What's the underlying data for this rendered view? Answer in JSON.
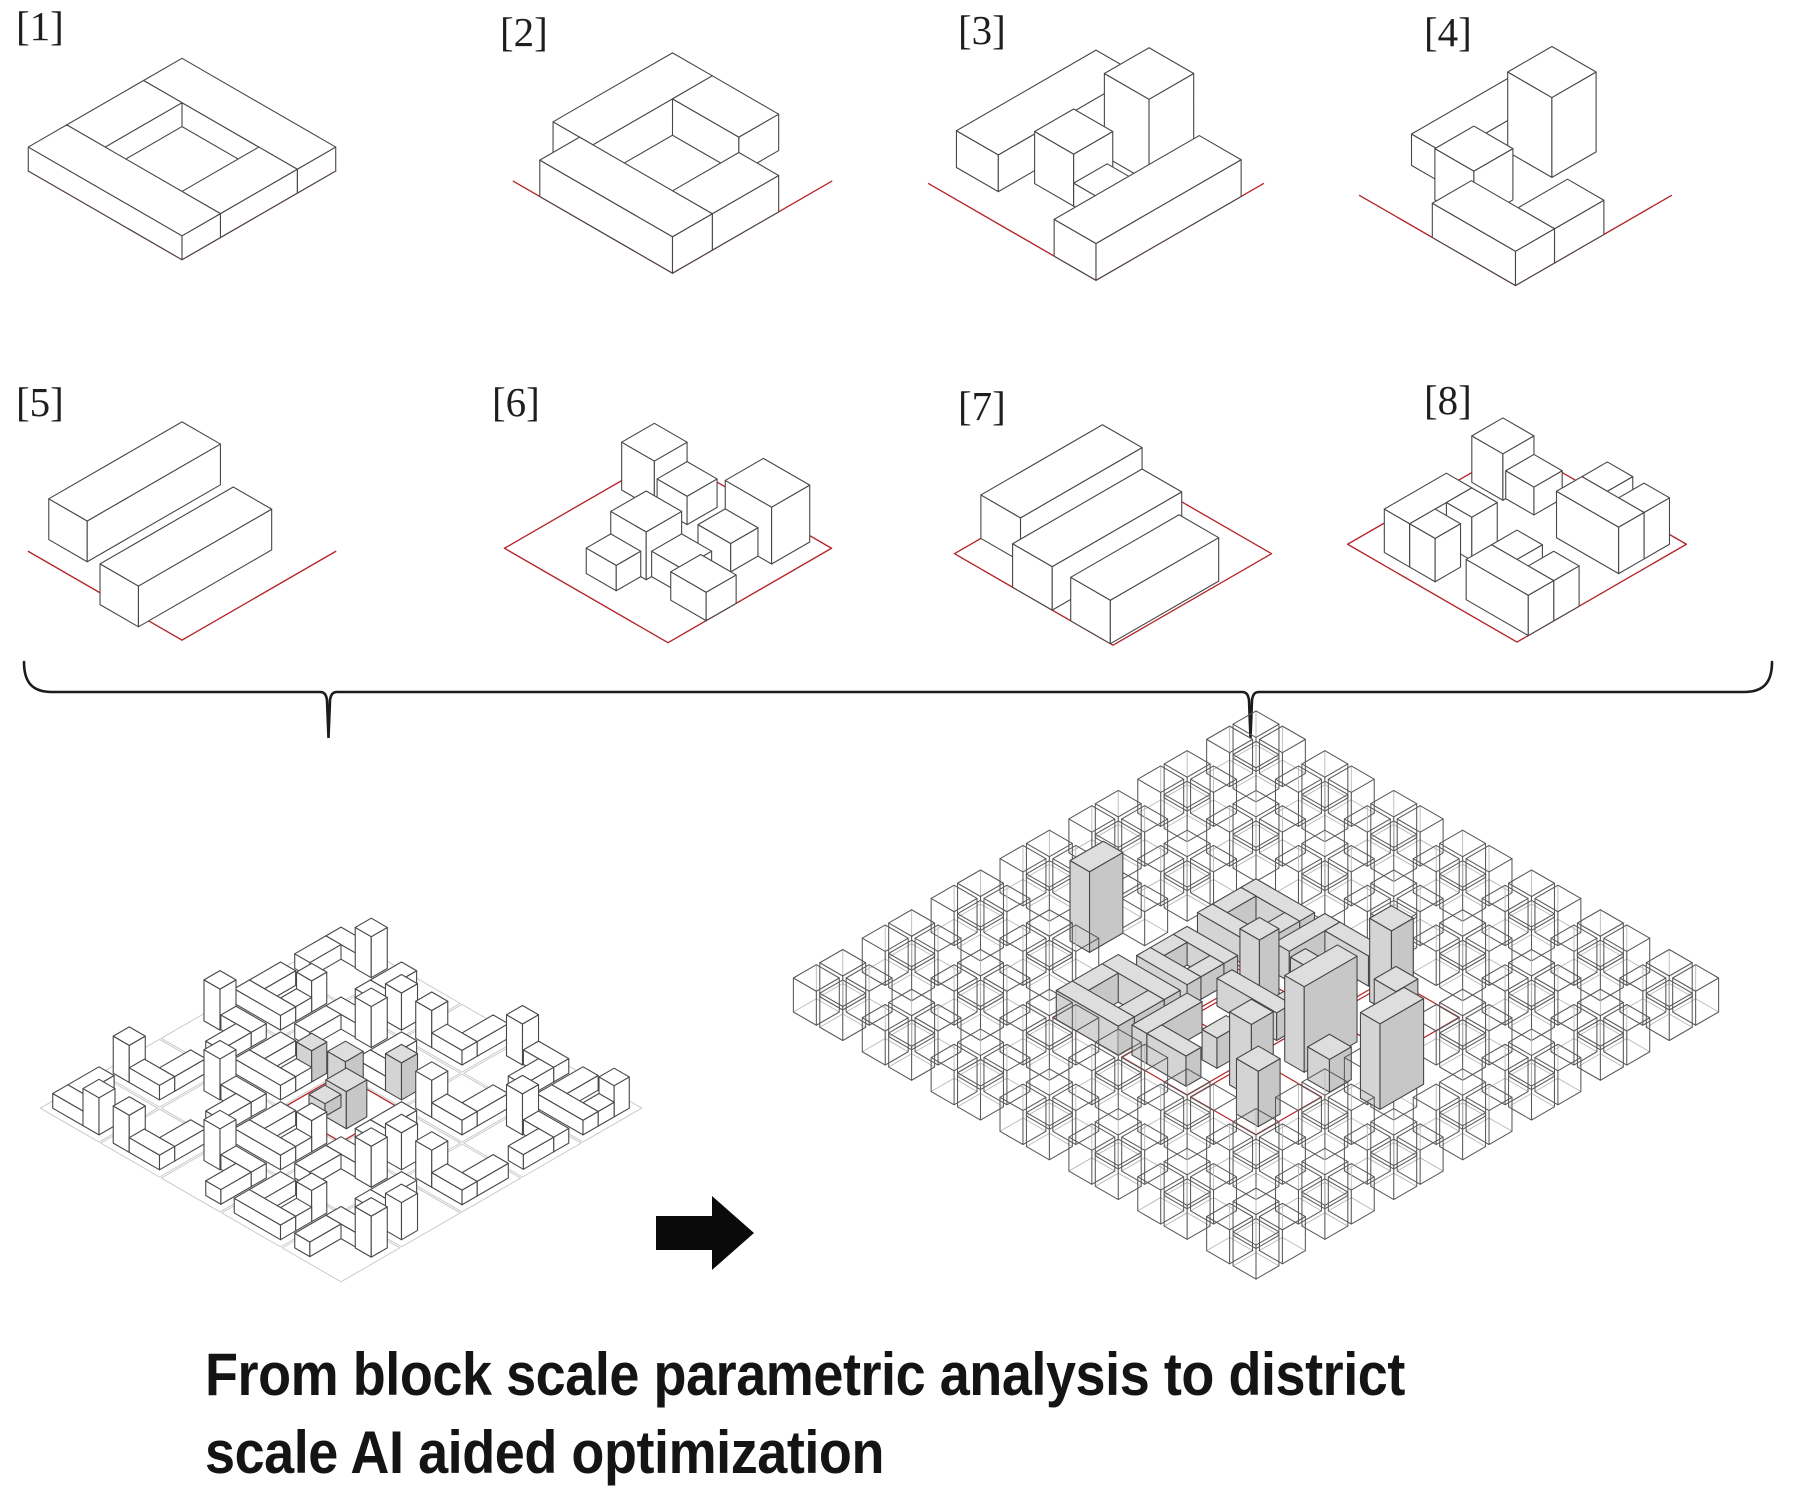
{
  "figure_labels": [
    "[1]",
    "[2]",
    "[3]",
    "[4]",
    "[5]",
    "[6]",
    "[7]",
    "[8]"
  ],
  "caption": {
    "line1": "From block scale parametric analysis to district",
    "line2": "scale AI aided optimization"
  },
  "colors": {
    "parcel_red": "#b4262a",
    "line_dark": "#474747",
    "line_mid": "#585858",
    "line_light": "#b9b9b9",
    "grid_gray": "#c9c9c9",
    "building_gray": "#dedede",
    "building_gray_side": "#d4d4d4",
    "building_gray_dark": "#c7c7c7",
    "arrow_black": "#0a0a0a",
    "brace_black": "#1c1c1c",
    "text_black": "#141414"
  },
  "icons": {
    "transform_arrow": "right-arrow-icon",
    "group_brace": "curly-brace-icon"
  }
}
